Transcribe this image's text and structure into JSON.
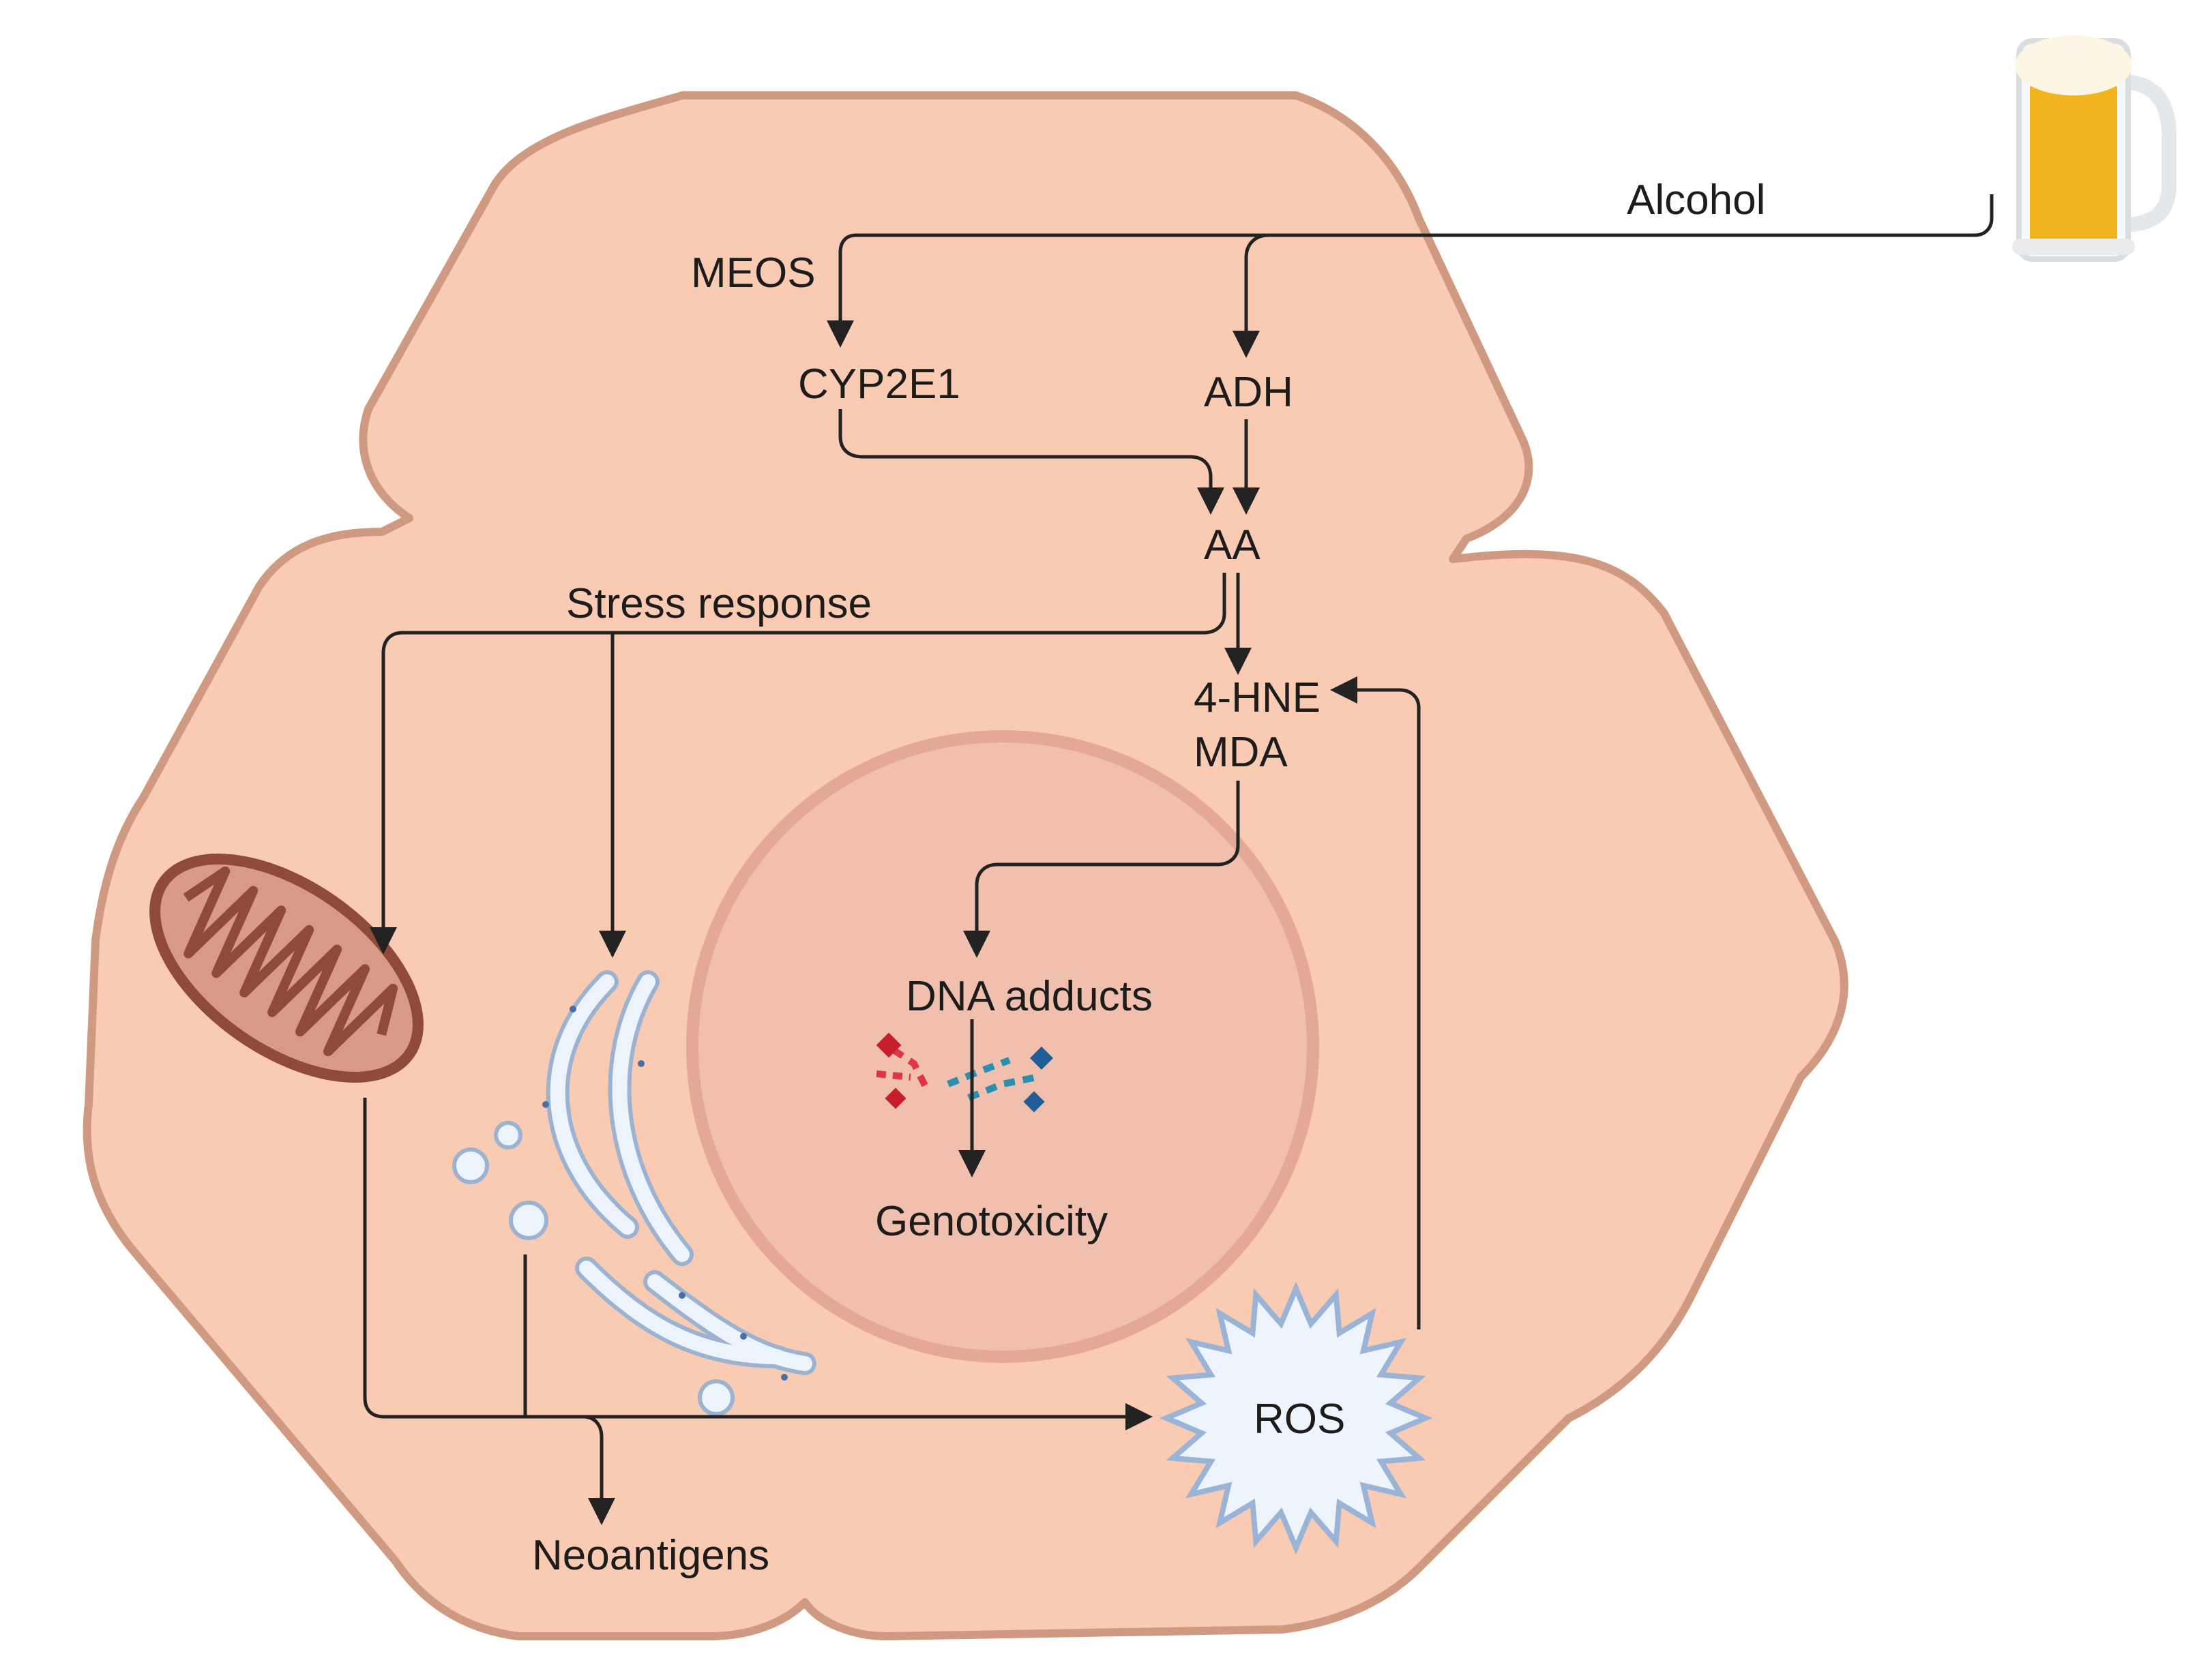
{
  "labels": {
    "alcohol": "Alcohol",
    "meos": "MEOS",
    "cyp2e1": "CYP2E1",
    "adh": "ADH",
    "aa": "AA",
    "stress_response": "Stress response",
    "hne": "4-HNE",
    "mda": "MDA",
    "dna_adducts": "DNA adducts",
    "genotoxicity": "Genotoxicity",
    "ros": "ROS",
    "neoantigens": "Neoantigens"
  },
  "colors": {
    "cell_fill": "#f8cbb2",
    "cell_border": "#d09a80",
    "nucleus_fill": "#f0bfae",
    "nucleus_border": "#e3a896",
    "mitochondrion": "#9a4f3f",
    "er_fill": "#edf3fa",
    "er_border": "#9bb3d0",
    "ros_fill": "#eef4fb",
    "ros_border": "#9ab4d8",
    "beer": "#f2b41c",
    "dna_red": "#e0344a",
    "dna_blue": "#2a8fb0"
  }
}
